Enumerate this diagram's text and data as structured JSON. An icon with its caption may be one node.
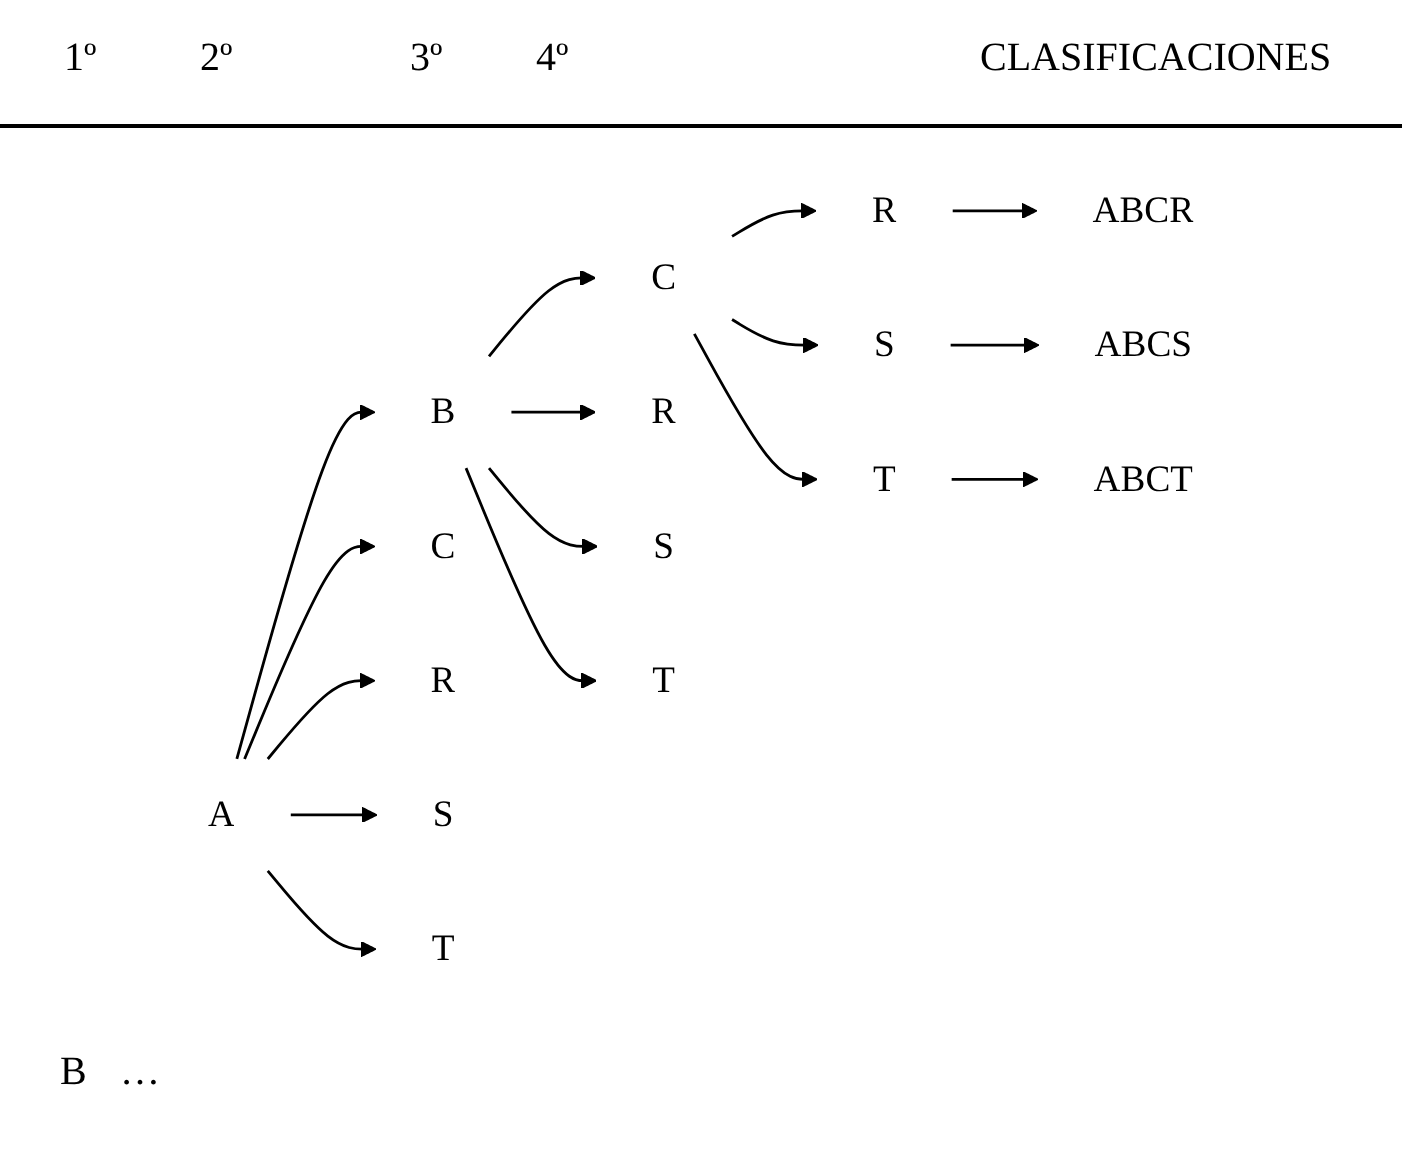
{
  "diagram": {
    "nodes": [
      {
        "text": [
          "A"
        ]
      },
      {
        "text": [
          "B"
        ]
      },
      {
        "text": [
          "C"
        ]
      },
      {
        "text": [
          "R"
        ]
      },
      {
        "text": [
          "S"
        ]
      },
      {
        "text": [
          "T"
        ]
      },
      {
        "text": [
          "C"
        ]
      },
      {
        "text": [
          "R"
        ]
      },
      {
        "text": [
          "S"
        ]
      },
      {
        "text": [
          "T"
        ]
      },
      {
        "text": [
          "R"
        ]
      },
      {
        "text": [
          "S"
        ]
      },
      {
        "text": [
          "T"
        ]
      },
      {
        "text": [
          "ABCR"
        ]
      },
      {
        "text": [
          "ABCS"
        ]
      },
      {
        "text": [
          "ABCT"
        ]
      }
    ],
    "edges": [
      {
        "from": 0,
        "to": 1,
        "arrow": "to"
      },
      {
        "from": 0,
        "to": 2,
        "arrow": "to"
      },
      {
        "from": 0,
        "to": 3,
        "arrow": "to"
      },
      {
        "from": 0,
        "to": 4,
        "arrow": "to"
      },
      {
        "from": 0,
        "to": 5,
        "arrow": "to"
      },
      {
        "from": 1,
        "to": 6,
        "arrow": "to"
      },
      {
        "from": 1,
        "to": 7,
        "arrow": "to"
      },
      {
        "from": 1,
        "to": 8,
        "arrow": "to"
      },
      {
        "from": 1,
        "to": 9,
        "arrow": "to"
      },
      {
        "from": 6,
        "to": 10,
        "arrow": "to"
      },
      {
        "from": 6,
        "to": 11,
        "arrow": "to"
      },
      {
        "from": 6,
        "to": 12,
        "arrow": "to"
      },
      {
        "from": 10,
        "to": 13,
        "arrow": "to"
      },
      {
        "from": 11,
        "to": 14,
        "arrow": "to"
      },
      {
        "from": 12,
        "to": 15,
        "arrow": "to"
      }
    ],
    "labels": [
      "1º",
      "2º",
      "3º",
      "4º",
      "CLASIFICACIONES",
      "B",
      "…"
    ]
  }
}
